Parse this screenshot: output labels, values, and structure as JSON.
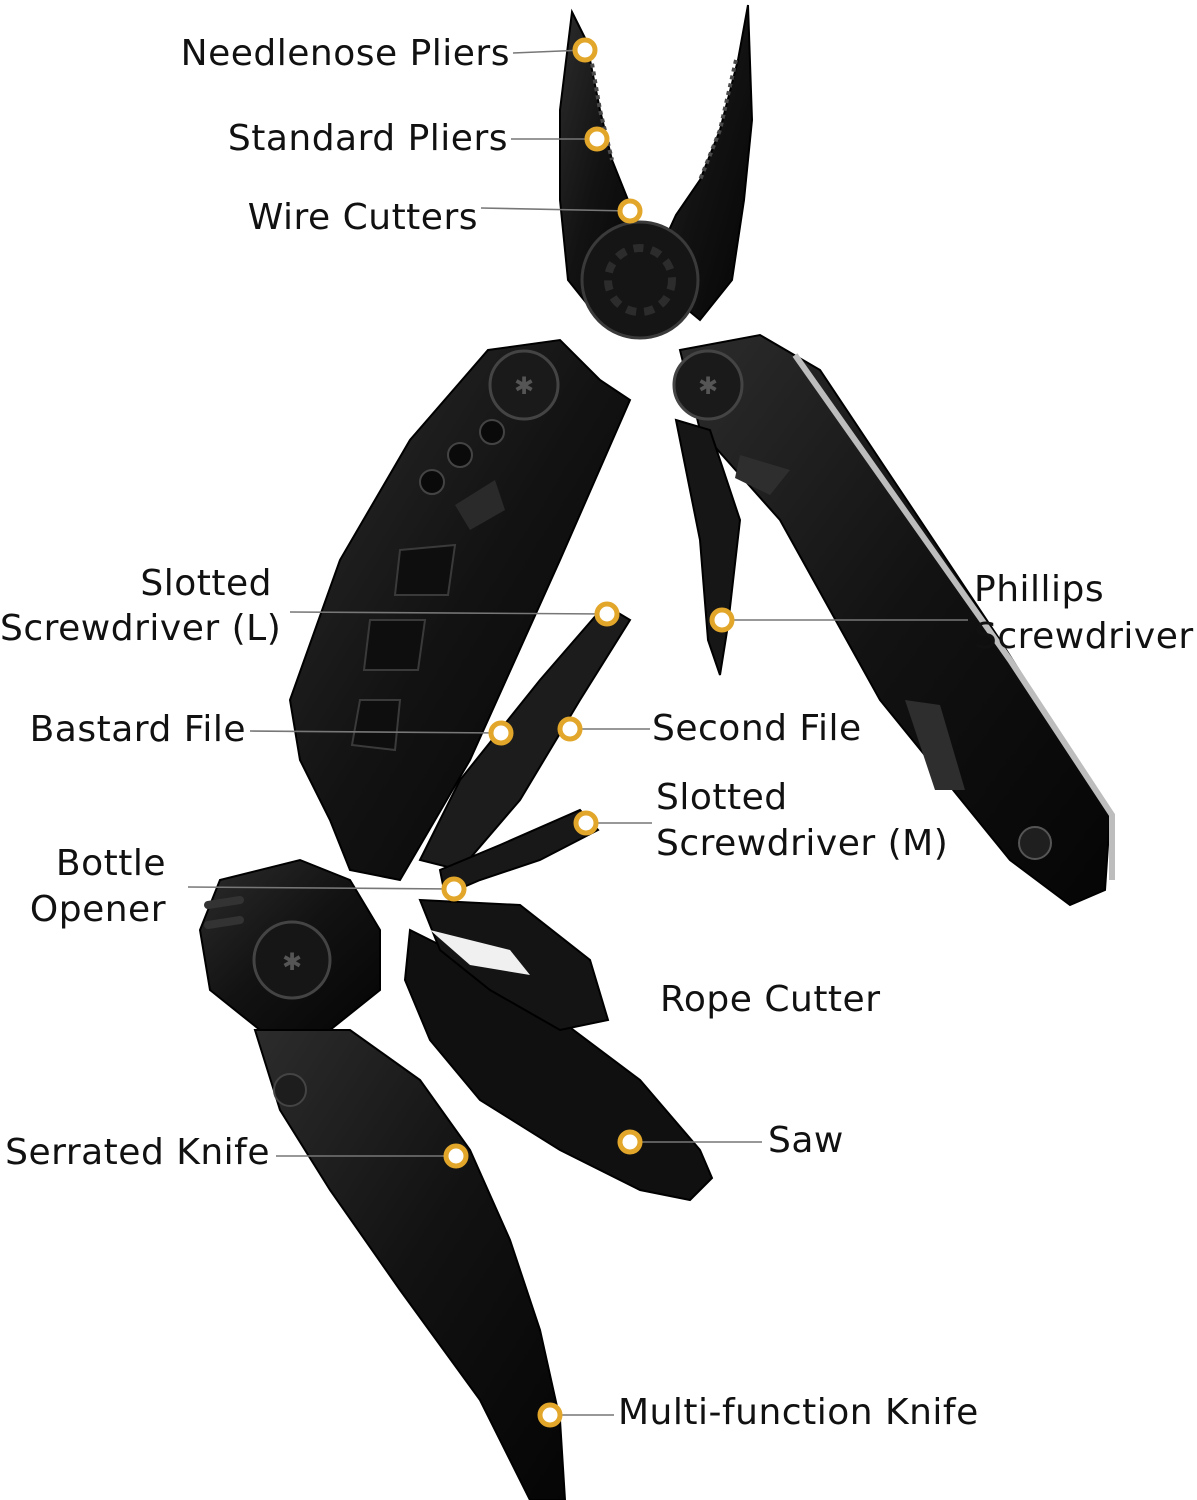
{
  "colors": {
    "background": "#ffffff",
    "tool_body": "#141414",
    "tool_highlight": "#3a3a3a",
    "leader_line": "#777777",
    "dot_fill": "#ffffff",
    "dot_ring": "#e2a72a",
    "text": "#111111"
  },
  "labels": {
    "needlenose_pliers": "Needlenose Pliers",
    "standard_pliers": "Standard Pliers",
    "wire_cutters": "Wire Cutters",
    "slotted_screwdriver_l": [
      "Slotted",
      "Screwdriver (L)"
    ],
    "phillips_screwdriver": [
      "Phillips",
      "Screwdriver"
    ],
    "bastard_file": "Bastard File",
    "second_file": "Second File",
    "slotted_screwdriver_m": [
      "Slotted",
      "Screwdriver (M)"
    ],
    "bottle_opener": [
      "Bottle",
      "Opener"
    ],
    "rope_cutter": "Rope Cutter",
    "saw": "Saw",
    "serrated_knife": "Serrated Knife",
    "multi_function_knife": "Multi-function Knife"
  }
}
